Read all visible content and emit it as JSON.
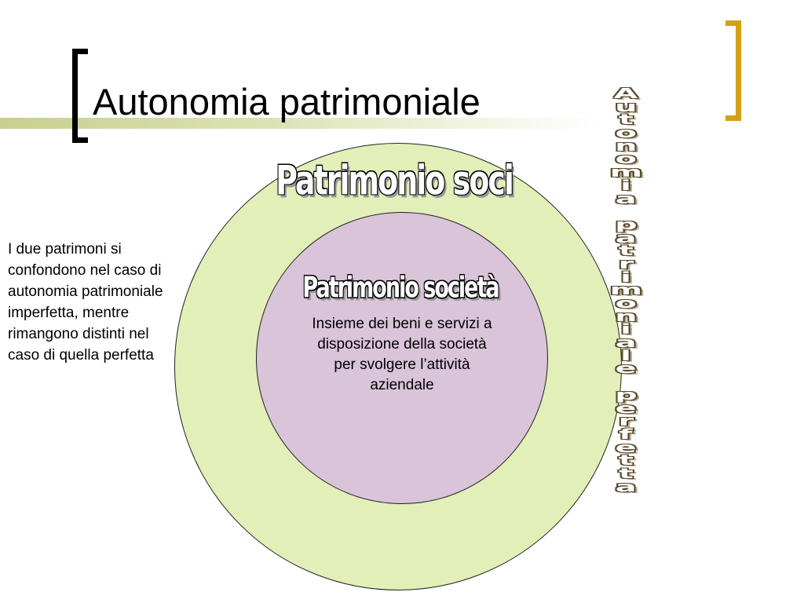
{
  "slide": {
    "title": "Autonomia patrimoniale",
    "side_text": "I due patrimoni si confondono nel caso di autonomia patrimoniale imperfetta, mentre rimangono distinti nel caso di quella perfetta"
  },
  "diagram": {
    "outer_label": "Patrimonio soci",
    "inner_label": "Patrimonio società",
    "inner_description": "Insieme dei beni e servizi a disposizione della società per svolgere l’attività aziendale",
    "vertical_label": "Autonomia patrimoniale perfetta"
  },
  "colors": {
    "outer_circle": "#e2efb8",
    "inner_circle": "#d9c4da",
    "right_bracket": "#d4a017",
    "left_bracket": "#000000",
    "title_rule": "#c9cf8e"
  }
}
